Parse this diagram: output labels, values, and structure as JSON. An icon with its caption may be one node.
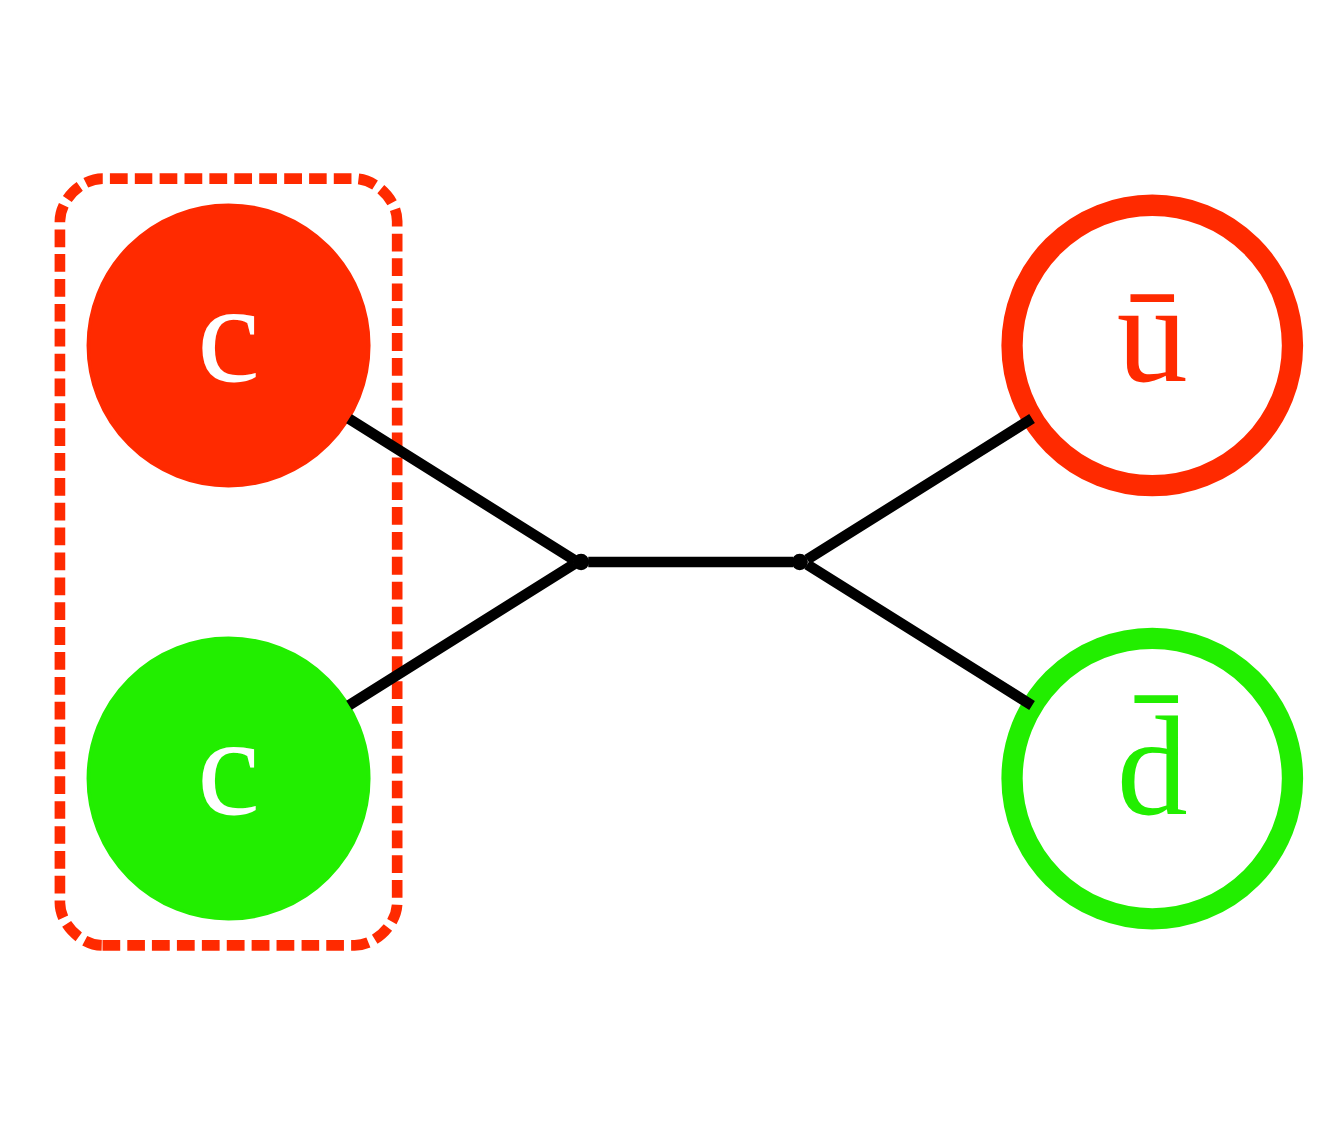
{
  "diagram": {
    "nodes": [
      {
        "text": [],
        "shape": "ellipse"
      },
      {
        "text": [
          "c"
        ],
        "in": 0
      },
      {
        "text": [
          "c"
        ],
        "in": 0
      },
      {
        "text": [
          "ū"
        ]
      },
      {
        "text": [
          "d̄"
        ]
      },
      {
        "text": [],
        "shape": "point"
      },
      {
        "text": [],
        "shape": "point"
      }
    ],
    "edges": [
      {
        "from": 1,
        "to": 5,
        "arrow": "none"
      },
      {
        "from": 5,
        "to": 2,
        "arrow": "none"
      },
      {
        "from": 5,
        "to": 6,
        "arrow": "none"
      },
      {
        "from": 6,
        "to": 3,
        "arrow": "none"
      },
      {
        "from": 6,
        "to": 4,
        "arrow": "none"
      }
    ]
  }
}
